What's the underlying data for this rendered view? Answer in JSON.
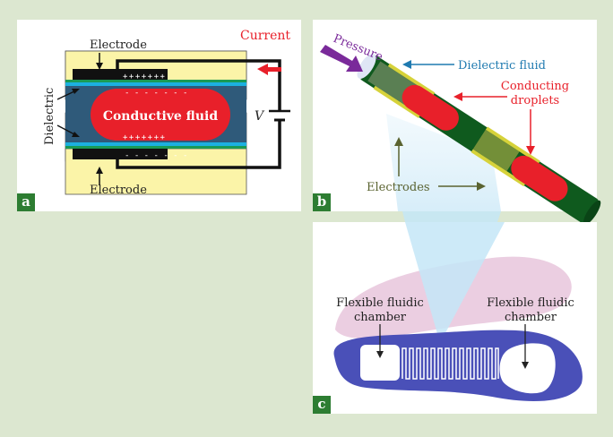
{
  "figure": {
    "background_color": "#dce7d0",
    "panels": [
      {
        "id": "a",
        "label": "a",
        "texts": {
          "electrode_top": "Electrode",
          "electrode_bottom": "Electrode",
          "dielectric": "Dielectric",
          "conductive_fluid": "Conductive fluid",
          "current": "Current",
          "voltage": "V",
          "charges_top_electrode": "+++++++",
          "charges_fluid_top": "- - - - - - -",
          "charges_fluid_bottom": "+++++++",
          "charges_bottom_electrode": "- - - - - - -"
        },
        "colors": {
          "housing": "#fbf4a8",
          "channel": "#2f5a7a",
          "dielectric_layer": "#1cb0e0",
          "fluid": "#e8202a",
          "electrode": "#111111",
          "current_arrow": "#e8202a"
        }
      },
      {
        "id": "b",
        "label": "b",
        "texts": {
          "pressure": "Pressure",
          "dielectric_fluid": "Dielectric fluid",
          "conducting_droplets_line1": "Conducting",
          "conducting_droplets_line2": "droplets",
          "electrodes": "Electrodes"
        },
        "colors": {
          "pressure": "#7a2a9a",
          "dielectric_fluid": "#1f7ab0",
          "droplets": "#e8202a",
          "electrodes": "#5a6330",
          "tube": "#0f5a1e"
        }
      },
      {
        "id": "c",
        "label": "c",
        "texts": {
          "left_chamber_line1": "Flexible fluidic",
          "left_chamber_line2": "chamber",
          "right_chamber_line1": "Flexible fluidic",
          "right_chamber_line2": "chamber"
        },
        "colors": {
          "insole": "#4a50b8",
          "insole_shadow": "#e8c6dc",
          "projection_beam": "#bfe3f5"
        }
      }
    ]
  }
}
